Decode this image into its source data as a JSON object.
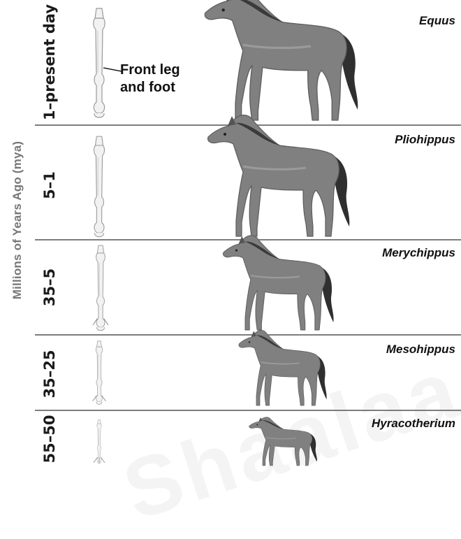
{
  "axis_label": "Millions of Years Ago (mya)",
  "callout": {
    "line1": "Front leg",
    "line2": "and foot"
  },
  "watermark": "Shaalaa",
  "periods": [
    {
      "time": "1–present day",
      "name": "Equus"
    },
    {
      "time": "5–1",
      "name": "Pliohippus"
    },
    {
      "time": "35–5",
      "name": "Merychippus"
    },
    {
      "time": "35–25",
      "name": "Mesohippus"
    },
    {
      "time": "55–50",
      "name": "Hyracotherium"
    }
  ],
  "colors": {
    "horse_body": "#7f7f7f",
    "mane": "#3a3a3a",
    "bone": "#f2f2f2",
    "divider": "#7d7d7d"
  },
  "icons": {
    "horse": "horse-illustration",
    "leg": "leg-bone-illustration"
  }
}
